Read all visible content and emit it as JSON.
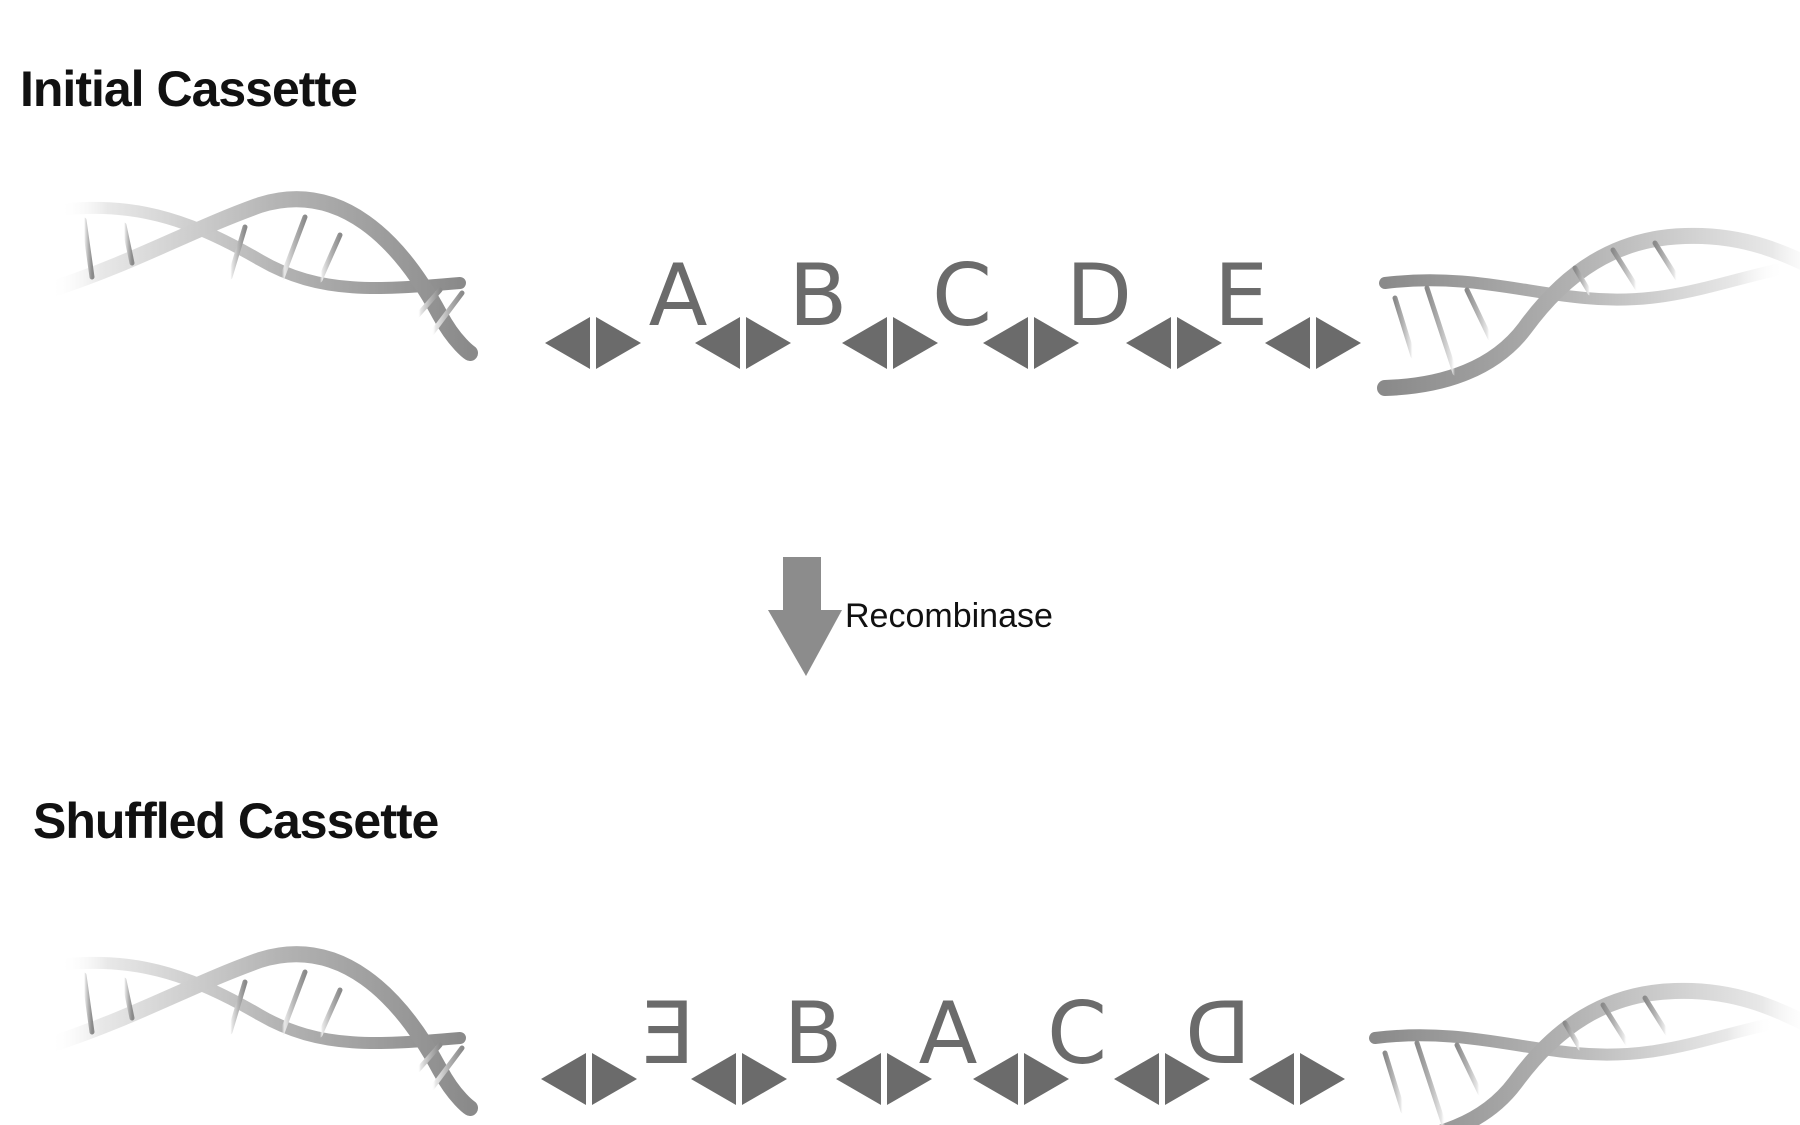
{
  "titles": {
    "initial": "Initial Cassette",
    "shuffled": "Shuffled Cassette"
  },
  "arrow": {
    "label": "Recombinase"
  },
  "initial_cassette": {
    "segments": [
      {
        "letter": "A",
        "flipped": false
      },
      {
        "letter": "B",
        "flipped": false
      },
      {
        "letter": "C",
        "flipped": false
      },
      {
        "letter": "D",
        "flipped": false
      },
      {
        "letter": "E",
        "flipped": false
      }
    ]
  },
  "shuffled_cassette": {
    "segments": [
      {
        "letter": "E",
        "flipped": true
      },
      {
        "letter": "B",
        "flipped": false
      },
      {
        "letter": "A",
        "flipped": false
      },
      {
        "letter": "C",
        "flipped": false
      },
      {
        "letter": "D",
        "flipped": true
      }
    ]
  },
  "colors": {
    "site_gray": "#6b6b6b",
    "letter_gray": "#6b6b6b",
    "arrow_gray": "#8c8c8c",
    "dna_dark": "#8a8a8a",
    "dna_light": "#e8e8e8"
  },
  "icons": {
    "recombination_site": "double-triangle",
    "process_arrow": "down-arrow",
    "dna": "dna-helix"
  }
}
